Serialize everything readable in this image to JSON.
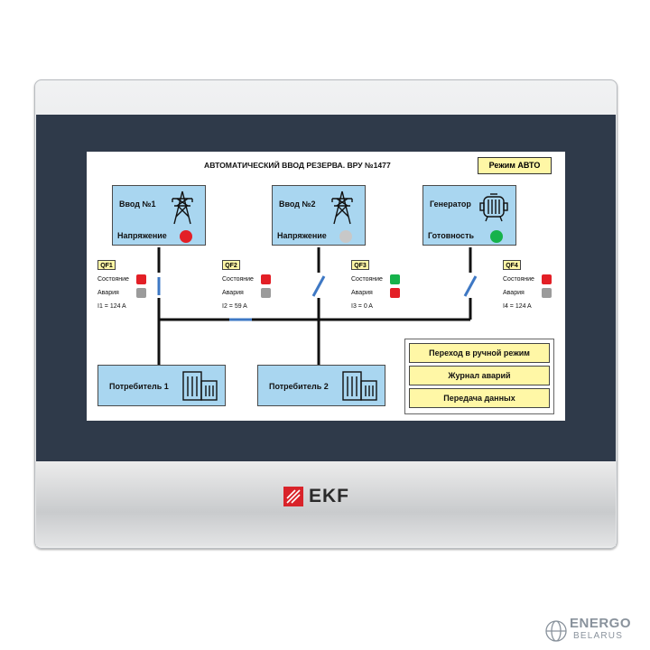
{
  "screen": {
    "title": "АВТОМАТИЧЕСКИЙ ВВОД РЕЗЕРВА. ВРУ №1477",
    "mode": "Режим АВТО"
  },
  "sources": [
    {
      "name": "Ввод №1",
      "status_label": "Напряжение",
      "lamp_color": "#e31f26",
      "icon": "power-tower-icon"
    },
    {
      "name": "Ввод №2",
      "status_label": "Напряжение",
      "lamp_color": "#c8c8c8",
      "icon": "power-tower-icon"
    },
    {
      "name": "Генератор",
      "status_label": "Готовность",
      "lamp_color": "#16b24b",
      "icon": "generator-icon"
    }
  ],
  "breakers": [
    {
      "tag": "QF1",
      "state_label": "Состояние",
      "fault_label": "Авария",
      "state_color": "#e31f26",
      "fault_color": "#9b9b9b",
      "current": "I1 = 124 A"
    },
    {
      "tag": "QF2",
      "state_label": "Состояние",
      "fault_label": "Авария",
      "state_color": "#e31f26",
      "fault_color": "#9b9b9b",
      "current": "I2 = 59 A"
    },
    {
      "tag": "QF3",
      "state_label": "Состояние",
      "fault_label": "Авария",
      "state_color": "#16b24b",
      "fault_color": "#e31f26",
      "current": "I3 = 0 A"
    },
    {
      "tag": "QF4",
      "state_label": "Состояние",
      "fault_label": "Авария",
      "state_color": "#e31f26",
      "fault_color": "#9b9b9b",
      "current": "I4 = 124 A"
    }
  ],
  "consumers": [
    {
      "label": "Потребитель 1",
      "icon": "building-icon"
    },
    {
      "label": "Потребитель 2",
      "icon": "building-icon"
    }
  ],
  "menu": {
    "manual_mode": "Переход в ручной режим",
    "alarm_log": "Журнал аварий",
    "data_transfer": "Передача данных"
  },
  "device": {
    "brand": "EKF",
    "brand_color": "#d9232a"
  },
  "watermark": {
    "line1": "ENERGO",
    "line2": "BELARUS"
  },
  "colors": {
    "box_fill": "#a9d6f0",
    "button_fill": "#fff7a6",
    "breaker_line": "#3e78c4"
  }
}
